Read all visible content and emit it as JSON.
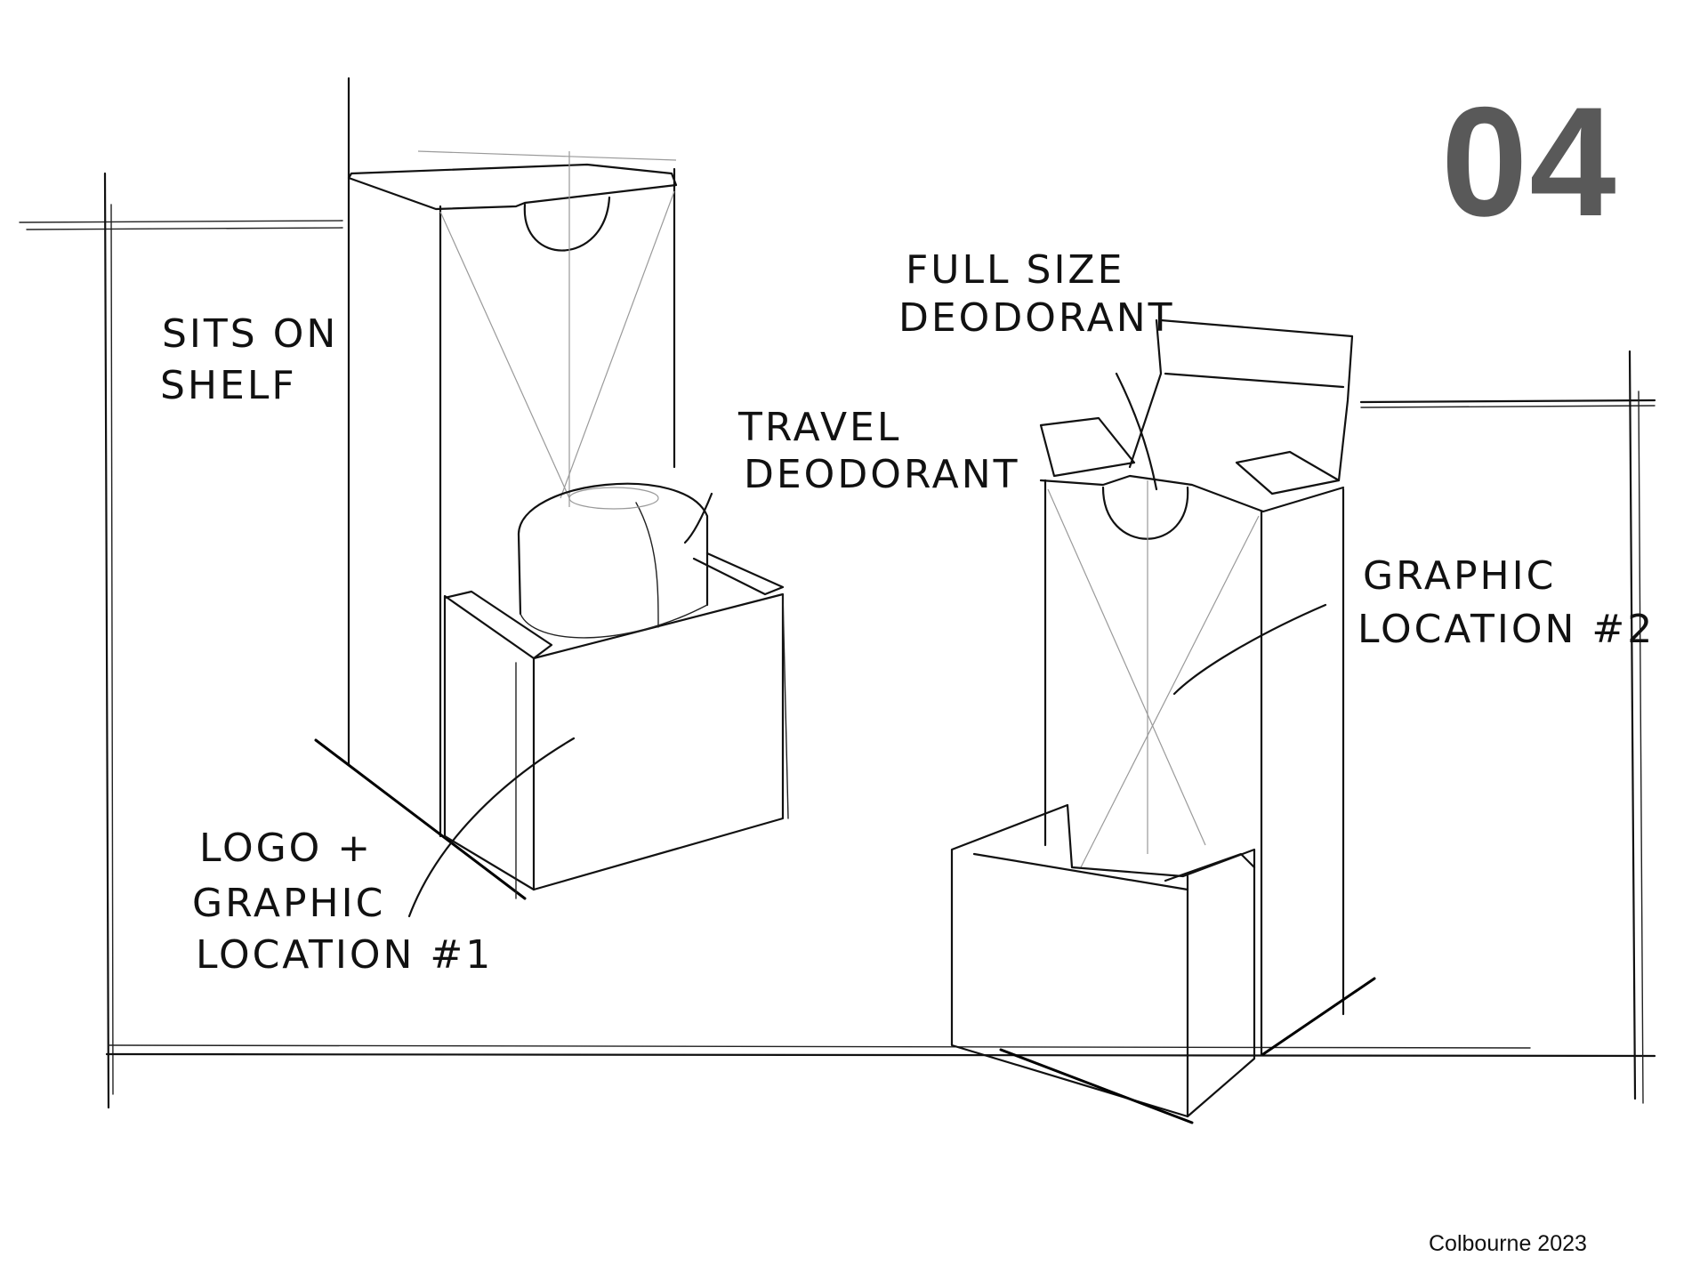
{
  "page": {
    "number": "04",
    "credit": "Colbourne 2023"
  },
  "annotations": {
    "sits_on_shelf": [
      "SITS ON",
      "SHELF"
    ],
    "travel_deodorant": [
      "TRAVEL",
      "DEODORANT"
    ],
    "full_size_deodorant": [
      "FULL SIZE",
      "DEODORANT"
    ],
    "graphic_location_2": [
      "GRAPHIC",
      "LOCATION #2"
    ],
    "logo_graphic_location_1": [
      "LOGO +",
      "GRAPHIC",
      "LOCATION #1"
    ]
  },
  "colors": {
    "page_number": "#595959",
    "ink": "#111111",
    "guide": "#9a9a9a"
  }
}
